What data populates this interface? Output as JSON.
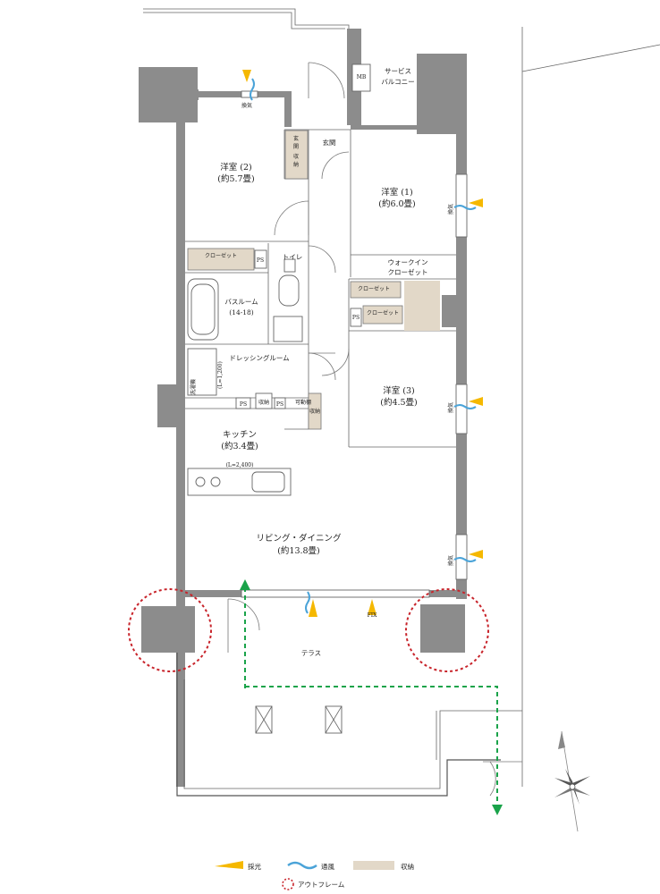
{
  "rooms": {
    "western_2": {
      "name": "洋室 (2)",
      "size": "(約5.7畳)"
    },
    "western_1": {
      "name": "洋室 (1)",
      "size": "(約6.0畳)"
    },
    "western_3": {
      "name": "洋室 (3)",
      "size": "(約4.5畳)"
    },
    "kitchen": {
      "name": "キッチン",
      "size": "(約3.4畳)",
      "counter": "(L=2,400)"
    },
    "living": {
      "name": "リビング・ダイニング",
      "size": "(約13.8畳)"
    },
    "bath": {
      "name": "バスルーム",
      "size": "(14-18)"
    },
    "dressing": {
      "name": "ドレッシングルーム",
      "counter": "(L=1,200)"
    },
    "toilet": {
      "name": "トイレ"
    },
    "entrance": {
      "name": "玄関"
    },
    "entrance_storage": {
      "line1": "玄",
      "line2": "関",
      "line3": "収",
      "line4": "納"
    },
    "walkin": {
      "line1": "ウォークイン",
      "line2": "クローゼット"
    },
    "service_balcony": {
      "line1": "サービス",
      "line2": "バルコニー"
    },
    "terrace": {
      "name": "テラス"
    }
  },
  "labels": {
    "closet": "クローゼット",
    "ps": "PS",
    "mb": "MB",
    "storage": "収納",
    "movable_storage": "可動棚",
    "ventilation_window": "換気",
    "fix": "FIX",
    "washer": "洗濯機"
  },
  "legend": {
    "light": "採光",
    "wind": "通風",
    "storage": "収納",
    "outframe": "アウトフレーム"
  },
  "colors": {
    "wall": "#8c8c8c",
    "storage": "#e2d8c8",
    "light": "#f5b800",
    "wind": "#4aa3d8",
    "outframe": "#c8242b",
    "evacuation": "#1aa34a"
  }
}
